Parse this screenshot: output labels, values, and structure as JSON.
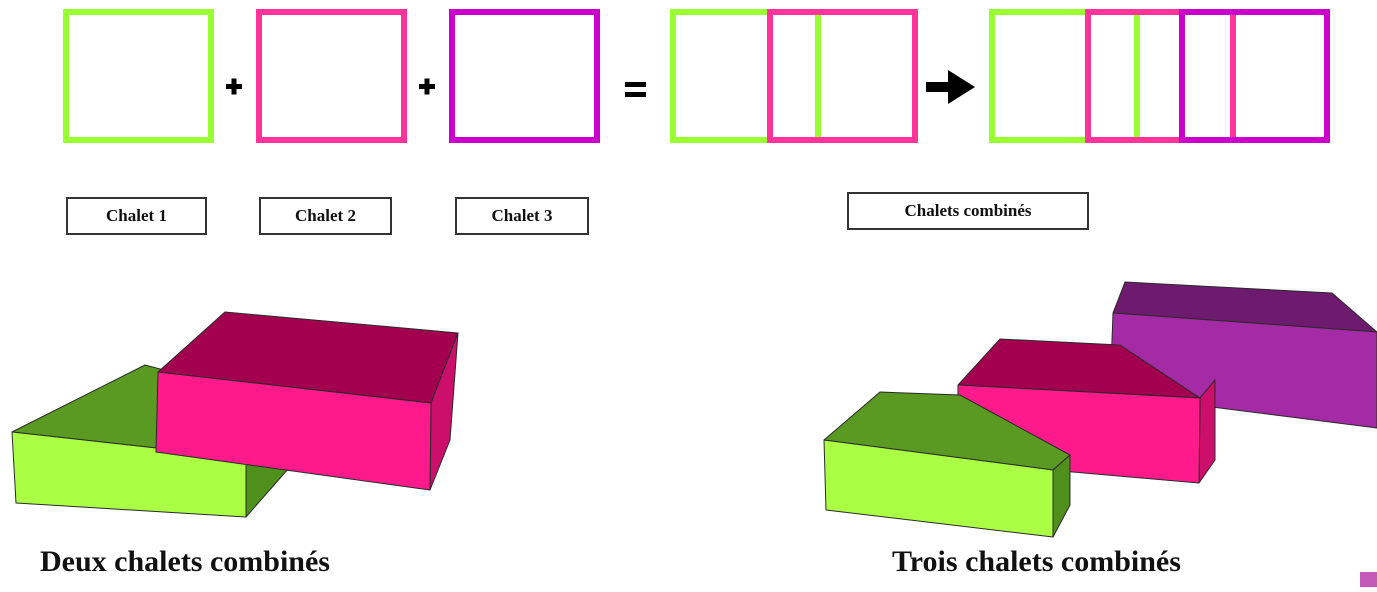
{
  "colors": {
    "chalet_1": "#99ff33",
    "chalet_2": "#ff3399",
    "chalet_3": "#cc00cc",
    "operator": "#000000",
    "green_top": "#5a9a22",
    "green_front": "#aaff44",
    "green_side": "#4f8f1c",
    "pink_top": "#a3004f",
    "pink_front": "#ff1a8c",
    "pink_side": "#cc0f6b",
    "purple_top": "#6e1a6e",
    "purple_front": "#a52aa5",
    "purple_side": "#8a1f8a"
  },
  "plan": {
    "operators": {
      "plus": "+",
      "equals": "=",
      "arrow": "→"
    }
  },
  "labels": {
    "chalet_1": "Chalet 1",
    "chalet_2": "Chalet 2",
    "chalet_3": "Chalet 3",
    "combined": "Chalets combinés"
  },
  "captions": {
    "two_combined": "Deux chalets combinés",
    "three_combined": "Trois chalets combinés"
  },
  "icons": {
    "plus": "plus-icon",
    "equals": "equals-icon",
    "arrow": "arrow-right-icon"
  }
}
